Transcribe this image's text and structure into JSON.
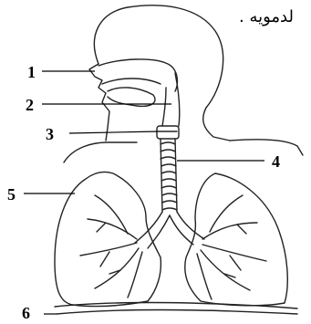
{
  "caption": "لدمويه .",
  "labels": [
    "1",
    "2",
    "3",
    "4",
    "5",
    "6"
  ]
}
